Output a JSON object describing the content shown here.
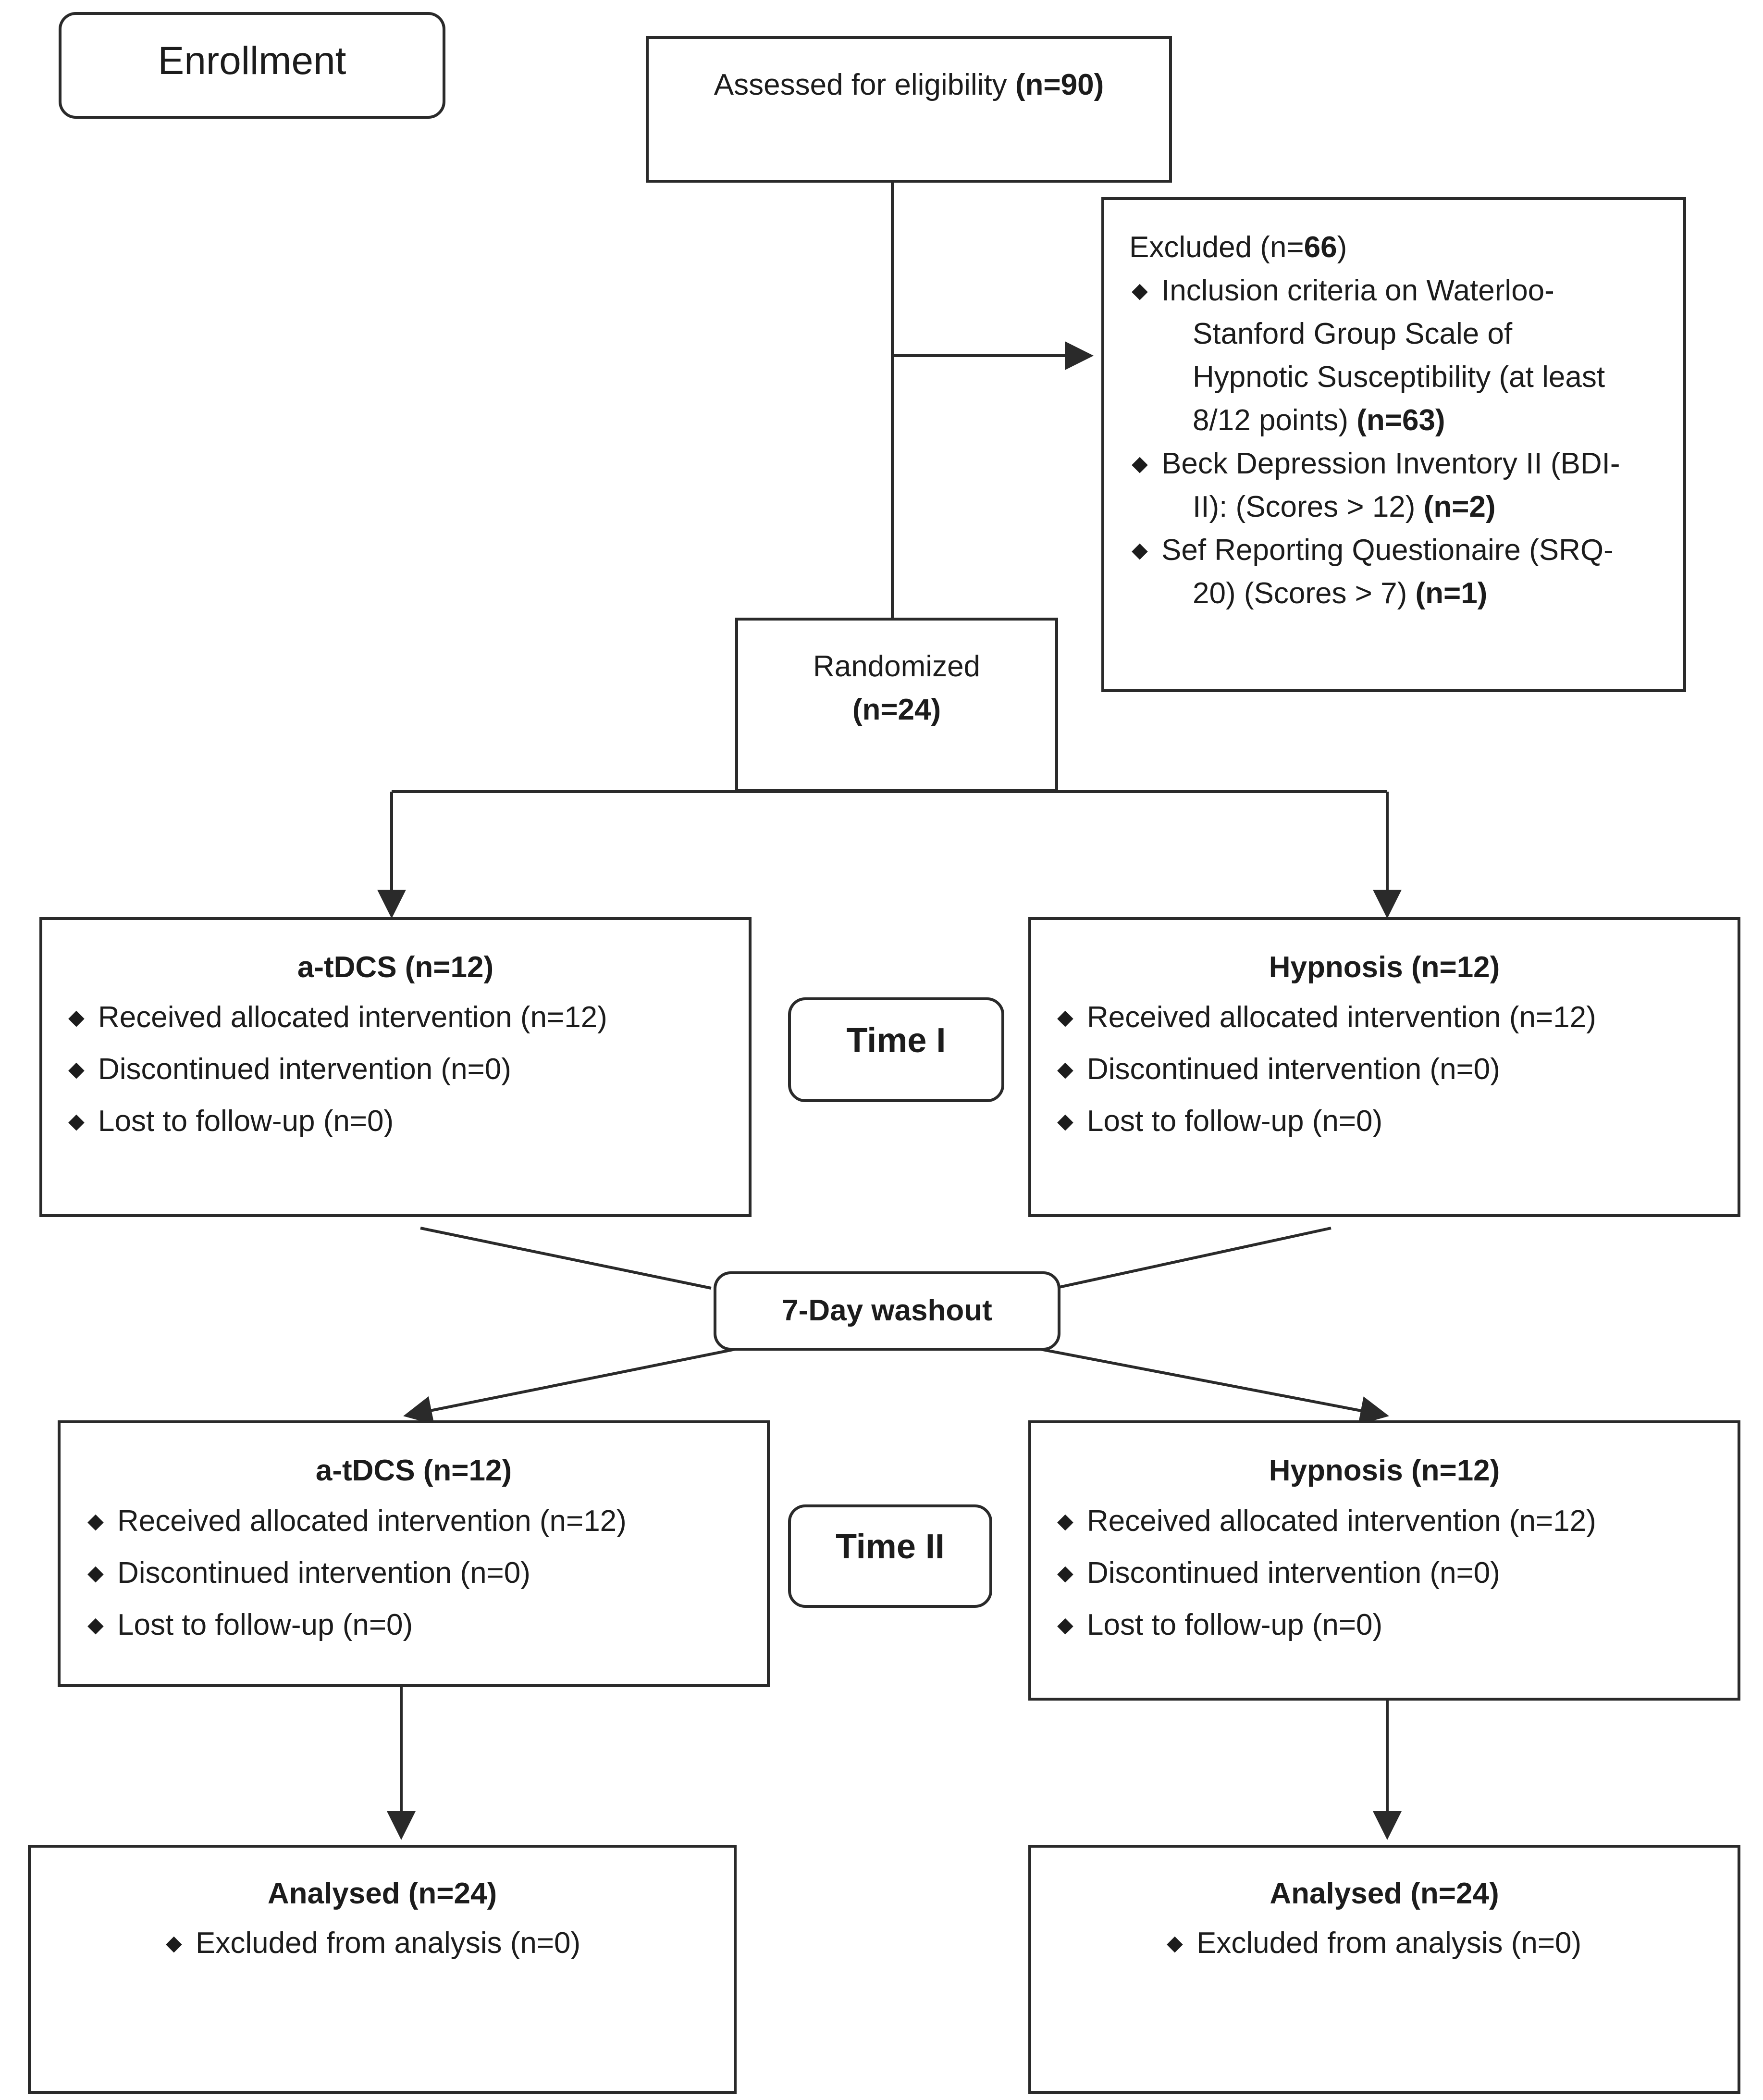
{
  "enrollment_label": "Enrollment",
  "assessed": {
    "text": "Assessed for eligibility",
    "n": "(n=90)"
  },
  "excluded": {
    "title_pre": "Excluded (n=",
    "title_n": "66",
    "title_post": ")",
    "items": [
      {
        "lines": [
          "Inclusion criteria on Waterloo-",
          "Stanford Group Scale of",
          "Hypnotic Susceptibility (at least",
          "8/12 points)"
        ],
        "n": "(n=63)"
      },
      {
        "lines": [
          "Beck Depression Inventory II (BDI-",
          "II): (Scores > 12)"
        ],
        "n": "(n=2)"
      },
      {
        "lines": [
          "Sef Reporting Questionaire (SRQ-",
          "20) (Scores > 7)"
        ],
        "n": "(n=1)"
      }
    ]
  },
  "randomized": {
    "text": "Randomized",
    "n": "(n=24)"
  },
  "time1": {
    "label": "Time I",
    "left": {
      "title": "a-tDCS (n=12)",
      "items": [
        "Received allocated intervention (n=12)",
        "Discontinued intervention (n=0)",
        "Lost to follow-up (n=0)"
      ]
    },
    "right": {
      "title": "Hypnosis (n=12)",
      "items": [
        "Received allocated intervention (n=12)",
        "Discontinued intervention (n=0)",
        "Lost to follow-up (n=0)"
      ]
    }
  },
  "washout": "7-Day washout",
  "time2": {
    "label": "Time II",
    "left": {
      "title": "a-tDCS (n=12)",
      "items": [
        "Received allocated intervention (n=12)",
        "Discontinued intervention (n=0)",
        "Lost to follow-up (n=0)"
      ]
    },
    "right": {
      "title": "Hypnosis (n=12)",
      "items": [
        "Received allocated intervention (n=12)",
        "Discontinued intervention (n=0)",
        "Lost to follow-up (n=0)"
      ]
    }
  },
  "analysed": {
    "left": {
      "title": "Analysed (n=24)",
      "items": [
        "Excluded from analysis (n=0)"
      ]
    },
    "right": {
      "title": "Analysed (n=24)",
      "items": [
        "Excluded from analysis (n=0)"
      ]
    }
  },
  "bullet_glyph": "◆"
}
